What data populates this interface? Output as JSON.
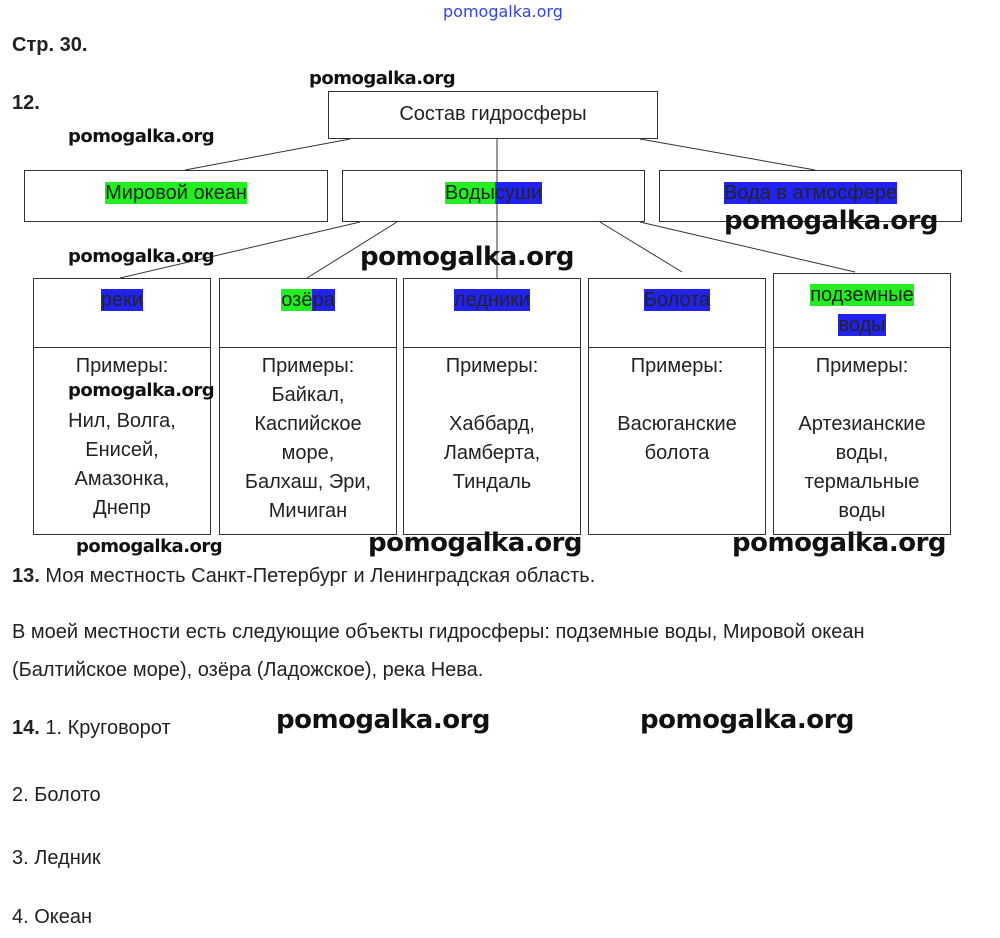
{
  "watermark": "pomogalka.org",
  "header": {
    "page_label": "Стр. 30.",
    "task12": "12."
  },
  "diagram": {
    "root": "Состав гидросферы",
    "level2": {
      "ocean": "Мировой океан",
      "land_a": "Воды",
      "land_b": "суши",
      "atmo": "Вода в атмосфере"
    },
    "columns": [
      {
        "title_parts": [
          {
            "text": "реки",
            "hl": "blue"
          }
        ],
        "examples_label": "Примеры:",
        "examples": [
          "Нил, Волга,",
          "Енисей,",
          "Амазонка,",
          "Днепр"
        ]
      },
      {
        "title_parts": [
          {
            "text": "озё",
            "hl": "green"
          },
          {
            "text": "ра",
            "hl": "blue"
          }
        ],
        "examples_label": "Примеры:",
        "examples": [
          "Байкал,",
          "Каспийское",
          "море,",
          "Балхаш, Эри,",
          "Мичиган"
        ]
      },
      {
        "title_parts": [
          {
            "text": "ледники",
            "hl": "blue"
          }
        ],
        "examples_label": "Примеры:",
        "examples": [
          "",
          "Хаббард,",
          "Ламберта,",
          "Тиндаль"
        ]
      },
      {
        "title_parts": [
          {
            "text": "Болота",
            "hl": "blue"
          }
        ],
        "examples_label": "Примеры:",
        "examples": [
          "",
          "Васюганские",
          "болота"
        ]
      },
      {
        "title_parts": [
          {
            "text": "подземные",
            "hl": "green"
          },
          {
            "text": "воды",
            "hl": "blue"
          }
        ],
        "examples_label": "Примеры:",
        "examples": [
          "",
          "Артезианские",
          "воды,",
          "термальные",
          "воды"
        ]
      }
    ]
  },
  "task13": {
    "num": "13.",
    "line1": "Моя местность Санкт-Петербург и Ленинградская область.",
    "line2": "В моей местности есть следующие объекты гидросферы: подземные воды, Мировой океан",
    "line3": "(Балтийское море), озёра (Ладожское), река Нева."
  },
  "task14": {
    "num": "14.",
    "items": [
      "1. Круговорот",
      "2. Болото",
      "3. Ледник",
      "4. Океан"
    ]
  },
  "colors": {
    "green": "#22ee22",
    "blue": "#2222ee"
  }
}
